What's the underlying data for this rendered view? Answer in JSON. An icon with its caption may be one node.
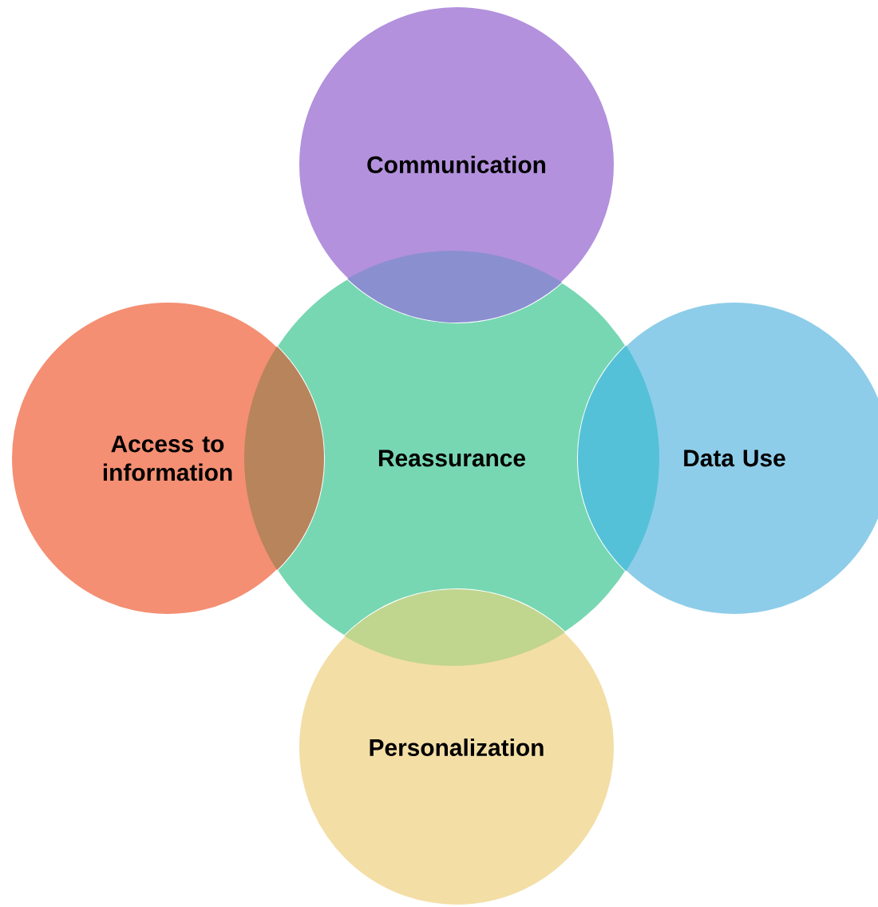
{
  "diagram": {
    "nodes": [
      {
        "text": [
          "Reassurance"
        ]
      },
      {
        "text": [
          "Communication"
        ]
      },
      {
        "text": [
          "Access to information"
        ]
      },
      {
        "text": [
          "Data Use"
        ]
      },
      {
        "text": [
          "Personalization"
        ]
      }
    ]
  }
}
